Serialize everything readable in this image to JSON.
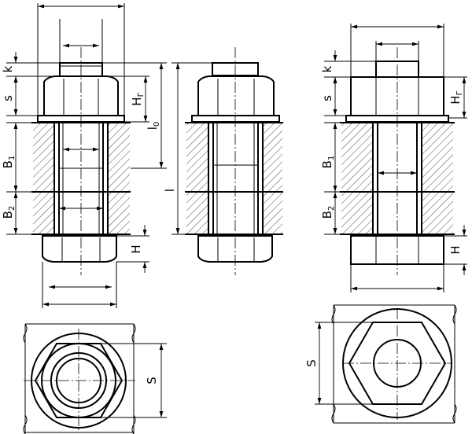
{
  "labels": {
    "k": "k",
    "s": "s",
    "h_g": "H",
    "g_sub": "Г",
    "l0": "l",
    "l0_sub": "0",
    "l": "l",
    "b1": "B",
    "b1_sub": "1",
    "b2": "B",
    "b2_sub": "2",
    "h": "H",
    "S": "S"
  }
}
